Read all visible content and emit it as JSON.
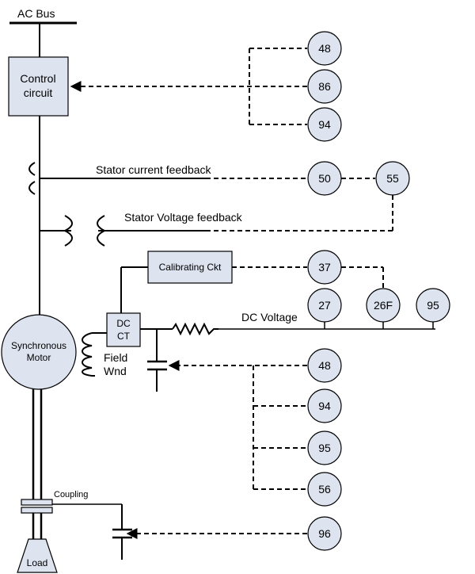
{
  "labels": {
    "ac_bus": "AC Bus",
    "control_circuit": [
      "Control",
      "circuit"
    ],
    "stator_current_feedback": "Stator current feedback",
    "stator_voltage_feedback": "Stator Voltage feedback",
    "calibrating_ckt": "Calibrating Ckt",
    "dc_ct": [
      "DC",
      "CT"
    ],
    "dc_voltage": "DC Voltage",
    "field_wnd": [
      "Field",
      "Wnd"
    ],
    "synchronous_motor": [
      "Synchronous",
      "Motor"
    ],
    "coupling": "Coupling",
    "load": "Load"
  },
  "devices": {
    "control_group": [
      "48",
      "86",
      "94"
    ],
    "stator_current": [
      "50",
      "55"
    ],
    "calibrating": "37",
    "dc_voltage_group": [
      "27",
      "26F",
      "95"
    ],
    "field_group": [
      "48",
      "94",
      "95",
      "56"
    ],
    "load_group": "96"
  },
  "colors": {
    "box_fill": "#dde3ef",
    "line": "#000000"
  }
}
